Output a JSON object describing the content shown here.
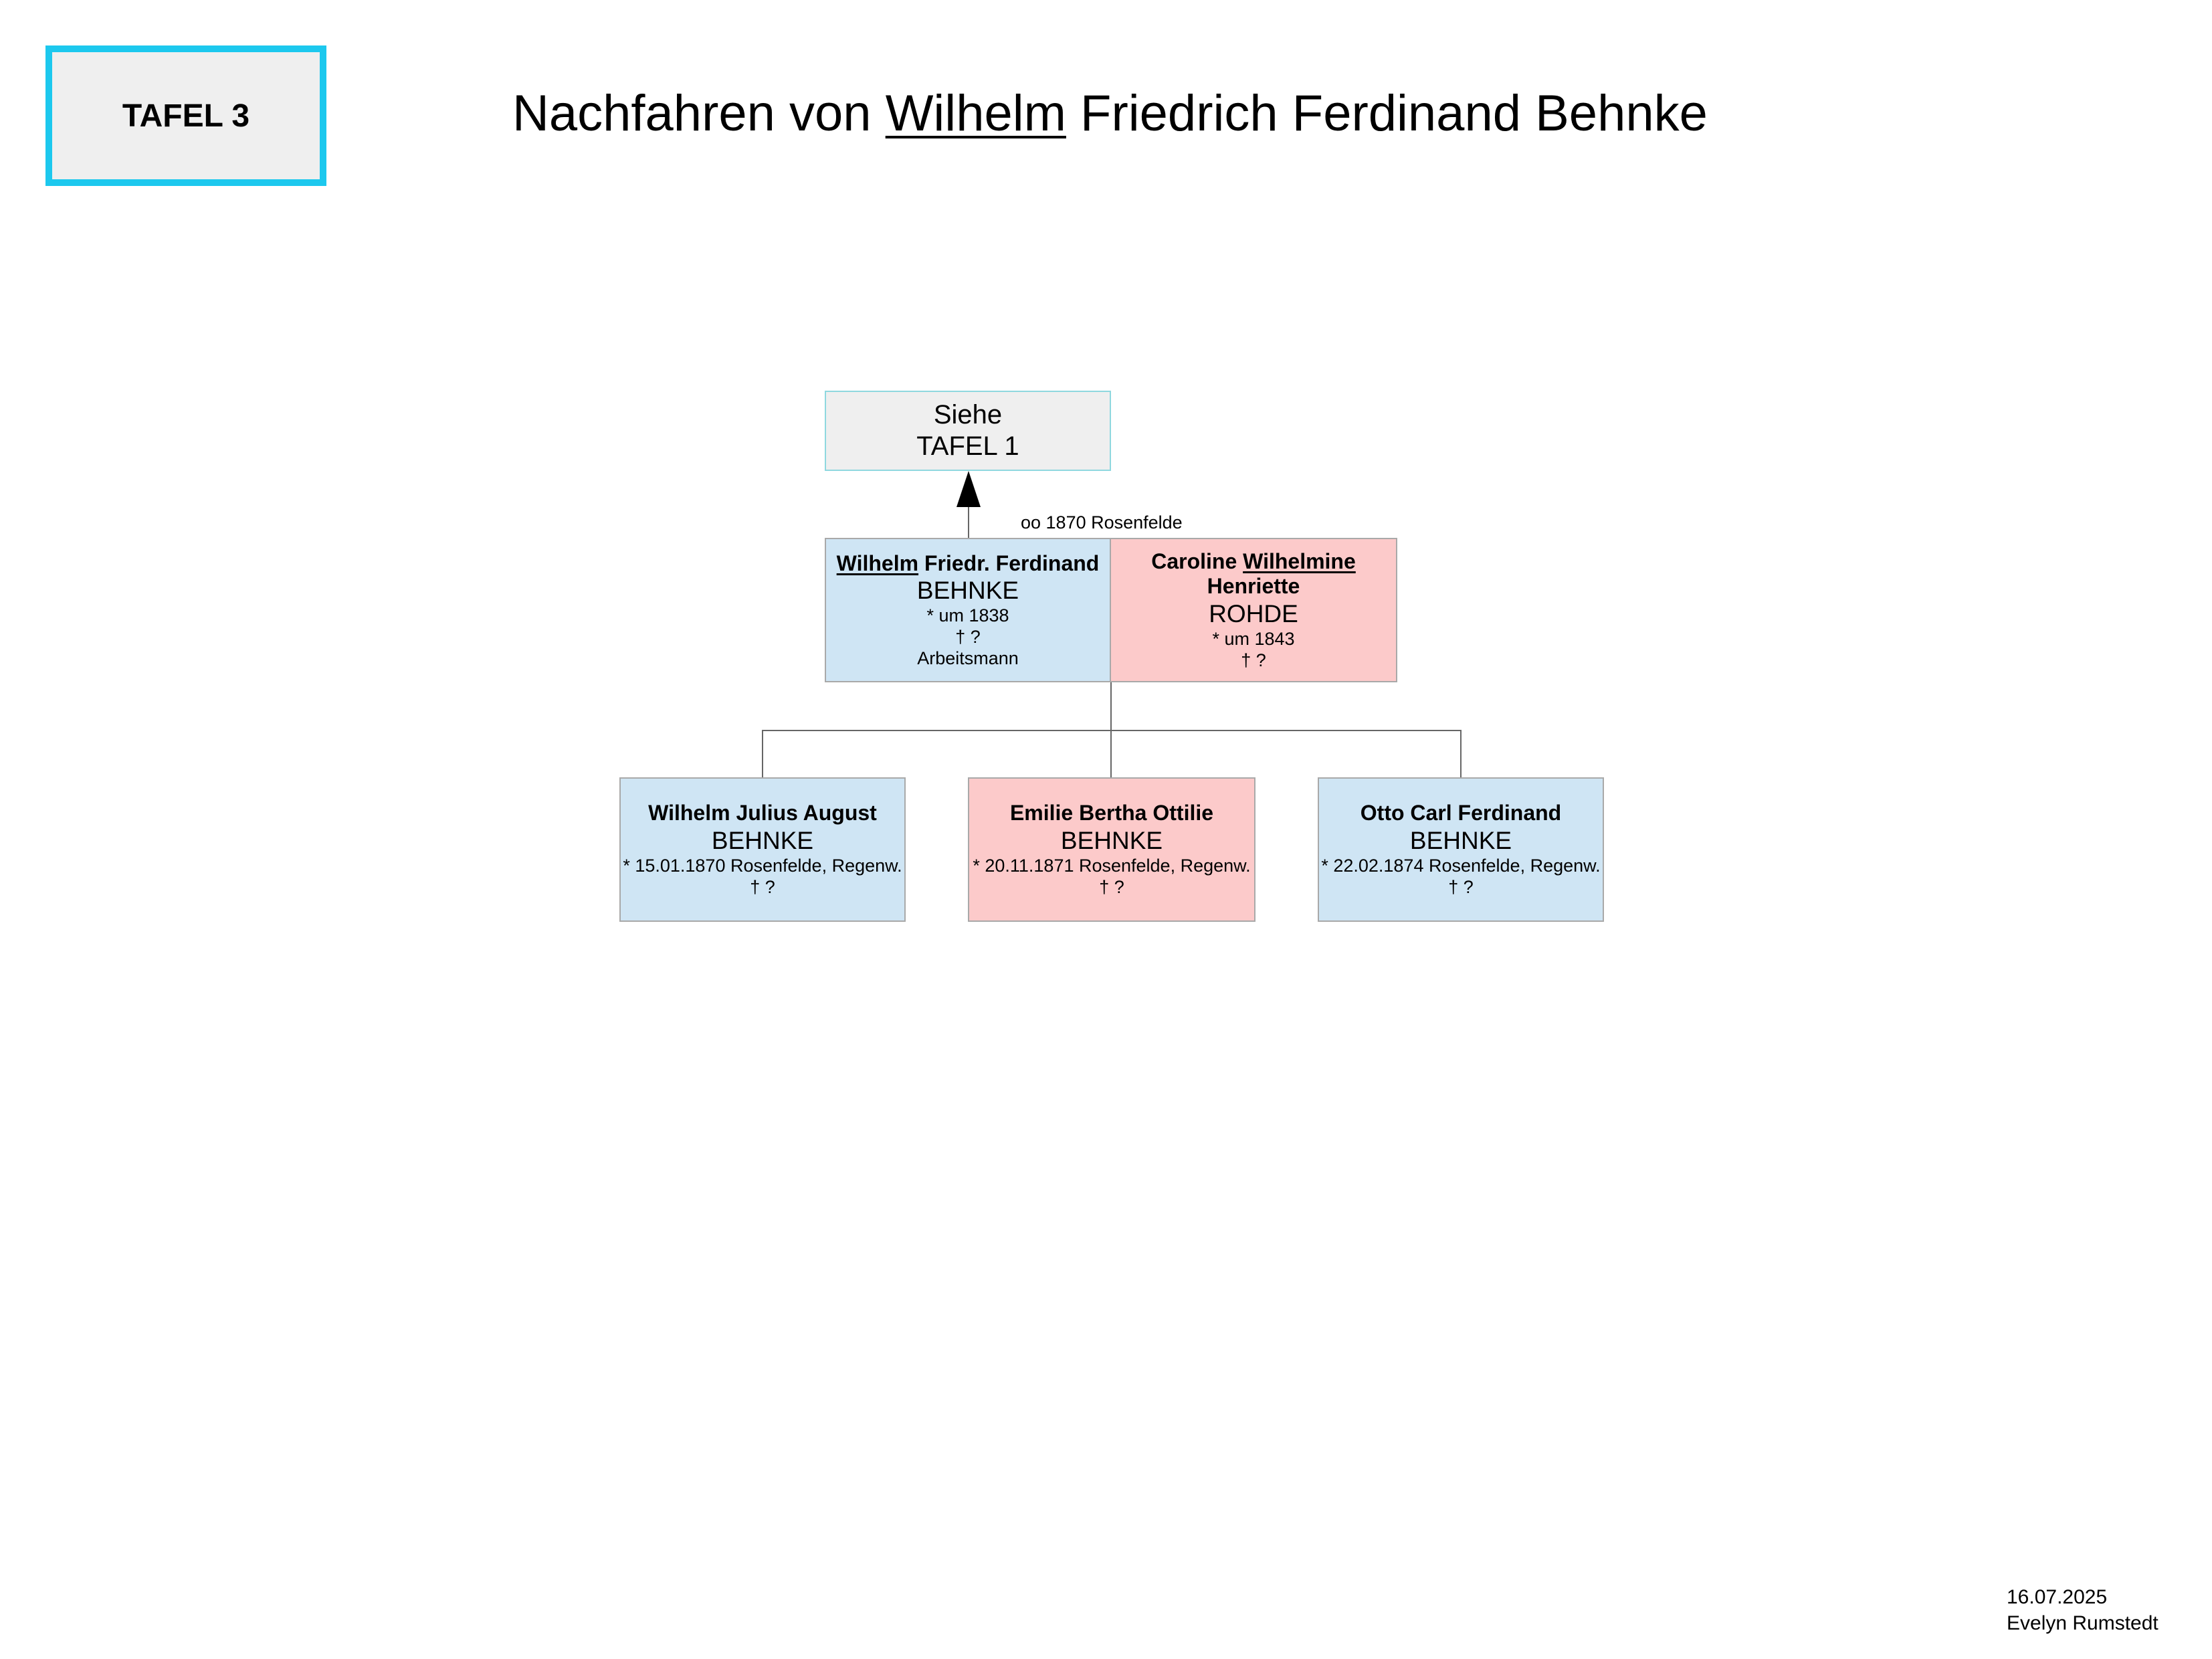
{
  "badge": {
    "label": "TAFEL 3"
  },
  "title": {
    "prefix": "Nachfahren von ",
    "underlined": "Wilhelm",
    "suffix": " Friedrich Ferdinand Behnke"
  },
  "reference": {
    "line1": "Siehe",
    "line2": "TAFEL 1"
  },
  "marriage": "oo 1870 Rosenfelde",
  "father": {
    "given_underlined": "Wilhelm",
    "given_rest": " Friedr. Ferdinand",
    "surname": "BEHNKE",
    "birth": "* um 1838",
    "death": "† ?",
    "occupation": "Arbeitsmann"
  },
  "mother": {
    "given_first": "Caroline ",
    "given_underlined": "Wilhelmine",
    "given_second": "Henriette",
    "surname": "ROHDE",
    "birth": "* um 1843",
    "death": "† ?"
  },
  "children": [
    {
      "given": "Wilhelm Julius August",
      "surname": "BEHNKE",
      "birth": "* 15.01.1870 Rosenfelde, Regenw.",
      "death": "† ?"
    },
    {
      "given": "Emilie Bertha Ottilie",
      "surname": "BEHNKE",
      "birth": "* 20.11.1871 Rosenfelde, Regenw.",
      "death": "† ?"
    },
    {
      "given": "Otto Carl Ferdinand",
      "surname": "BEHNKE",
      "birth": "* 22.02.1874 Rosenfelde, Regenw.",
      "death": "† ?"
    }
  ],
  "footer": {
    "date": "16.07.2025",
    "author": "Evelyn Rumstedt"
  },
  "colors": {
    "male": "#cfe5f4",
    "female": "#fccaca",
    "badge_border": "#1cc8ee",
    "reference_bg": "#efefef"
  }
}
